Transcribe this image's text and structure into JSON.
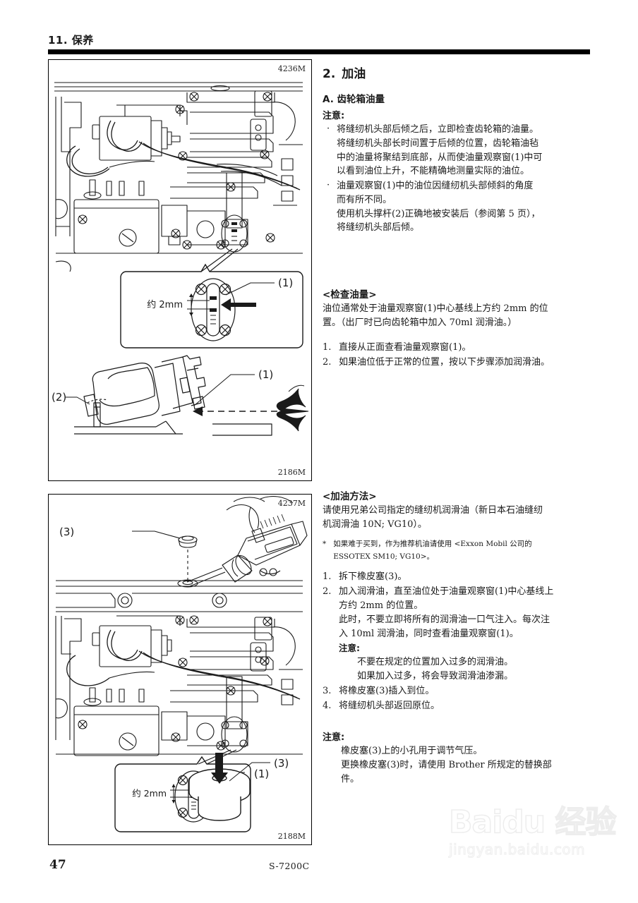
{
  "header": {
    "chapter": "11. 保养"
  },
  "footer": {
    "page_number": "47",
    "model": "S-7200C"
  },
  "watermark": {
    "main": "Baidu 经验",
    "sub": "jingyan.baidu.com"
  },
  "figures": {
    "fig_1_id": "4236M",
    "fig_2_id": "2186M",
    "fig_3_id": "4237M",
    "fig_4_id": "2188M",
    "callout_1": "(1)",
    "callout_2": "(2)",
    "callout_3": "(3)",
    "dimension": "约 2mm"
  },
  "main": {
    "section_number": "2.",
    "section_title": "加油",
    "subsection_a": "A. 齿轮箱油量",
    "caution_label": "注意:",
    "caution_bullets": [
      "将缝纫机头部后倾之后，立即检查齿轮箱的油量。",
      "油量观察窗(1)中的油位因缝纫机头部倾斜的角度"
    ],
    "bullet1_line2": "将缝纫机头部长时间置于后倾的位置，齿轮箱油毡",
    "bullet1_line3": "中的油量将聚结到底部，从而使油量观察窗(1)中可",
    "bullet1_line4": "以看到油位上升，不能精确地测量实际的油位。",
    "bullet2_line2": "而有所不同。",
    "bullet2_line3": "使用机头撑杆(2)正确地被安装后（参阅第 5 页），",
    "bullet2_line4": "将缝纫机头部后倾。",
    "check_heading": "<检查油量>",
    "check_para_line1": "油位通常处于油量观察窗(1)中心基线上方约 2mm 的位",
    "check_para_line2": "置。（出厂时已向齿轮箱中加入 70ml 润滑油。）",
    "check_steps": [
      {
        "idx": "1.",
        "text": "直接从正面查看油量观察窗(1)。"
      },
      {
        "idx": "2.",
        "text": "如果油位低于正常的位置，按以下步骤添加润滑油。"
      }
    ],
    "fill_heading": "<加油方法>",
    "fill_para_line1": "请使用兄弟公司指定的缝纫机润滑油（新日本石油缝纫",
    "fill_para_line2": "机润滑油 10N; VG10）。",
    "footnote_star": "*",
    "footnote_line1": "如果难于买到，作为推荐机油请使用 <Exxon Mobil  公司的",
    "footnote_line2": "ESSOTEX  SM10; VG10>。",
    "fill_steps": [
      {
        "idx": "1.",
        "text": "拆下橡皮塞(3)。"
      },
      {
        "idx": "2.",
        "text": "加入润滑油，直至油位处于油量观察窗(1)中心基线上"
      },
      {
        "idx": "3.",
        "text": "将橡皮塞(3)插入到位。"
      },
      {
        "idx": "4.",
        "text": "将缝纫机头部返回原位。"
      }
    ],
    "step2_line2": "方约 2mm 的位置。",
    "step2_line3": "此时，不要立即将所有的润滑油一口气注入。每次注",
    "step2_line4": "入 10ml 润滑油，同时查看油量观察窗(1)。",
    "step2_note_label": "注意:",
    "step2_note_line1": "不要在规定的位置加入过多的润滑油。",
    "step2_note_line2": "如果加入过多，将会导致润滑油渗漏。",
    "final_note_label": "注意:",
    "final_note_line1": "橡皮塞(3)上的小孔用于调节气压。",
    "final_note_line2": "更换橡皮塞(3)时，请使用 Brother 所规定的替换部",
    "final_note_line3": "件。"
  }
}
